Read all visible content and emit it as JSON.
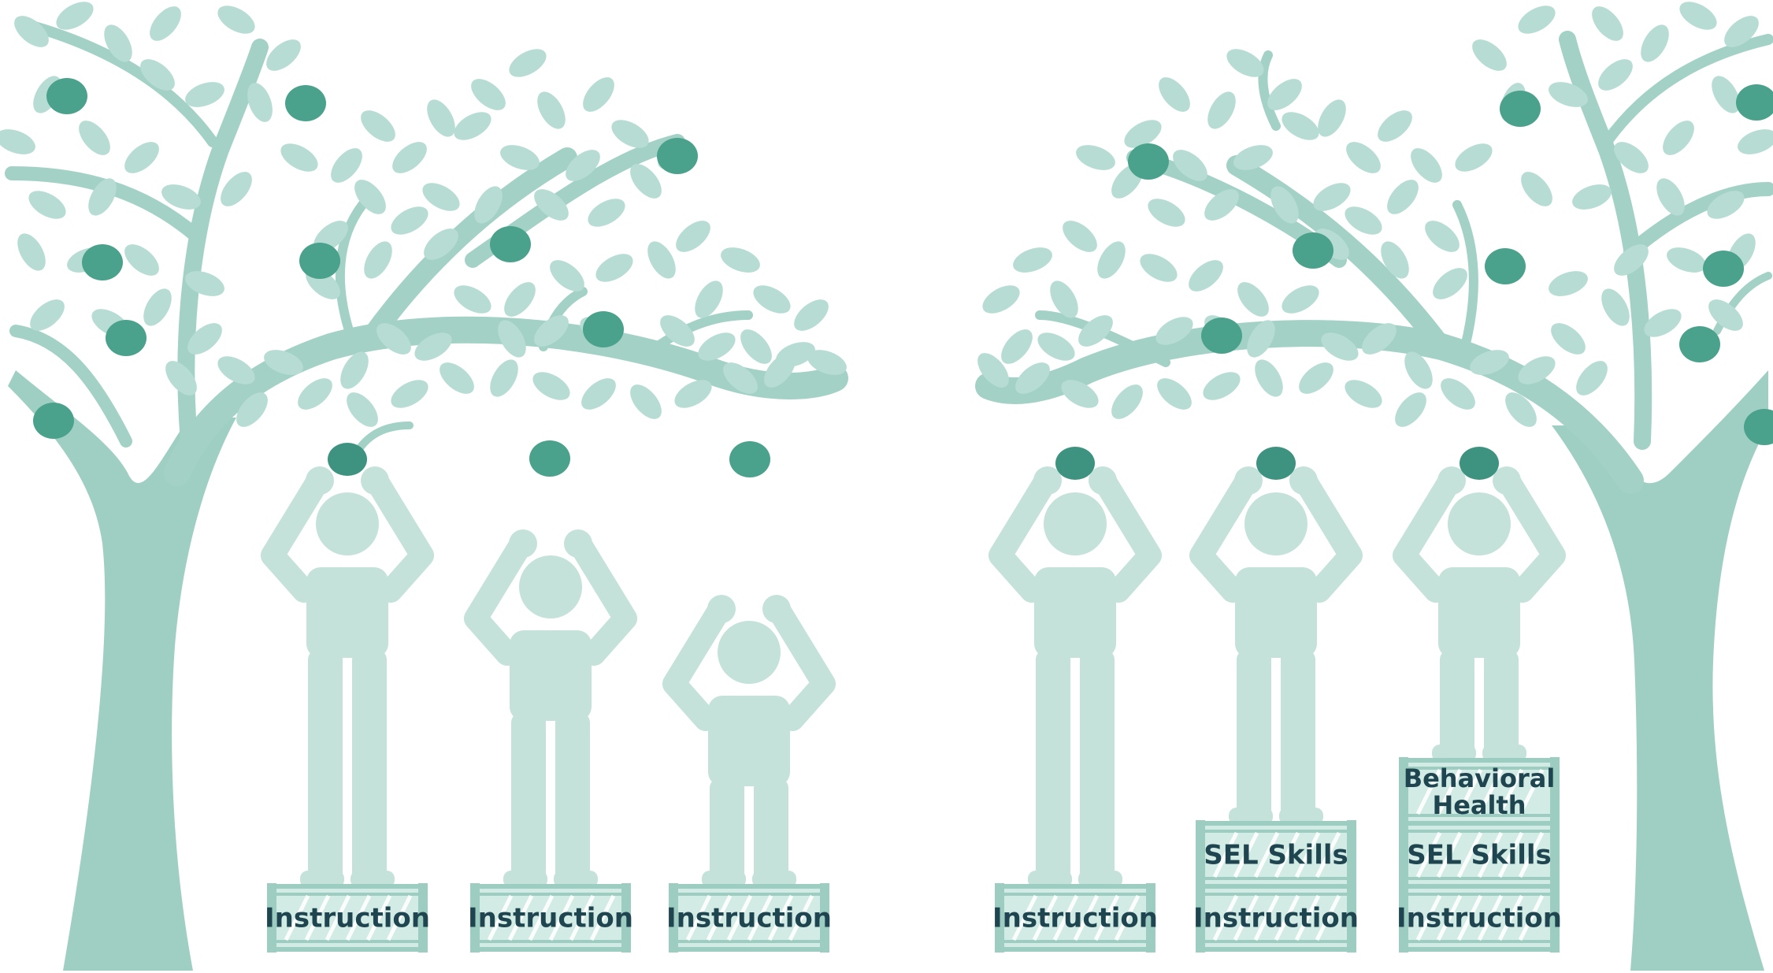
{
  "colors": {
    "trunk": "#9fcfc3",
    "branch": "#a3d1c6",
    "leaf": "#b6dcd3",
    "apple": "#4aa28c",
    "apple_dark": "#3e9380",
    "person": "#c4e2da",
    "crate_fill": "#d2ebe4",
    "crate_slat": "#9ccdc0",
    "crate_text": "#1f4550"
  },
  "labels": {
    "instruction": "Instruction",
    "sel_skills": "SEL Skills",
    "behavioral_health_line1": "Behavioral",
    "behavioral_health_line2": "Health"
  },
  "scene": {
    "left_group": [
      {
        "height": "tall",
        "crates": [
          "Instruction"
        ]
      },
      {
        "height": "medium",
        "crates": [
          "Instruction"
        ]
      },
      {
        "height": "short",
        "crates": [
          "Instruction"
        ]
      }
    ],
    "right_group": [
      {
        "height": "tall",
        "crates": [
          "Instruction"
        ]
      },
      {
        "height": "medium",
        "crates": [
          "Instruction",
          "SEL Skills"
        ]
      },
      {
        "height": "short",
        "crates": [
          "Instruction",
          "SEL Skills",
          "Behavioral Health"
        ]
      }
    ]
  }
}
